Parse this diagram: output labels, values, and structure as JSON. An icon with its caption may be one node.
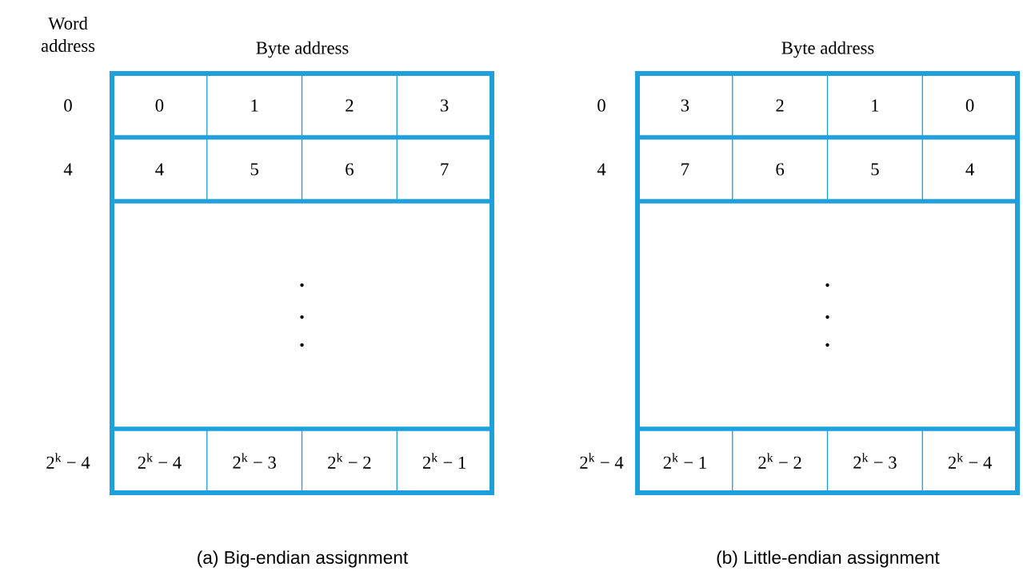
{
  "diagram": {
    "labels": [
      "Word address",
      "Byte address",
      "Byte address",
      "0",
      "0",
      "1",
      "2",
      "3",
      "0",
      "3",
      "2",
      "1",
      "0",
      "4",
      "4",
      "5",
      "6",
      "7",
      "4",
      "7",
      "6",
      "5",
      "4",
      "2$^{k}$ − 4",
      "2$^{k}$ − 4",
      "2$^{k}$ − 3",
      "2$^{k}$ − 2",
      "2$^{k}$ − 1",
      "2$^{k}$ − 4",
      "2$^{k}$ − 1",
      "2$^{k}$ − 2",
      "2$^{k}$ − 3",
      "2$^{k}$ − 4",
      "(a) Big-endian assignment",
      "(b) Little-endian assignment"
    ]
  }
}
